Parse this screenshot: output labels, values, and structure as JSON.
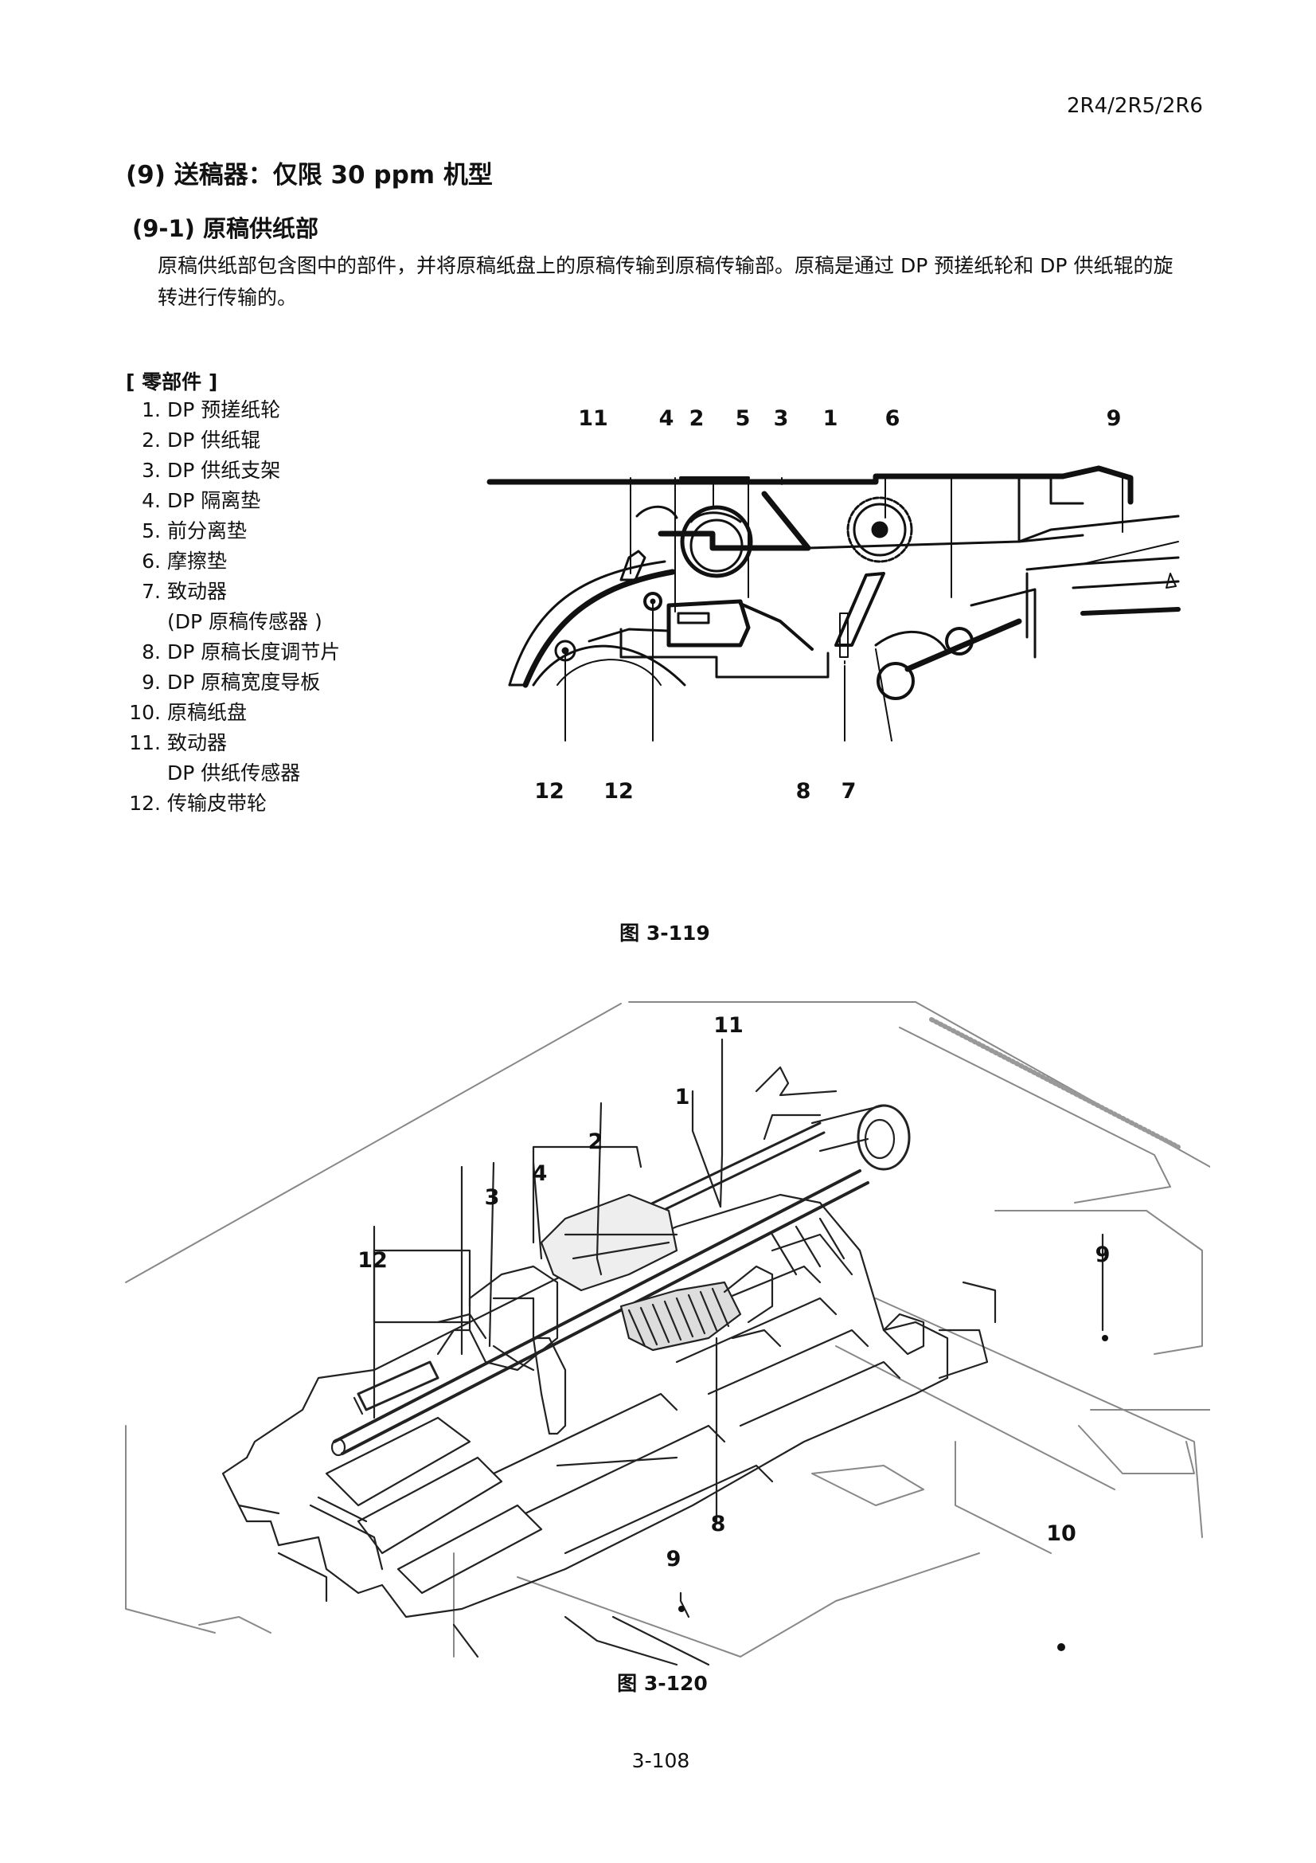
{
  "header": {
    "model": "2R4/2R5/2R6"
  },
  "section": {
    "title": "(9) 送稿器：仅限 30 ppm 机型",
    "subtitle": "(9-1) 原稿供纸部",
    "paragraph": "原稿供纸部包含图中的部件，并将原稿纸盘上的原稿传输到原稿传输部。原稿是通过 DP 预搓纸轮和 DP 供纸辊的旋转进行传输的。"
  },
  "parts": {
    "heading": "[ 零部件 ]",
    "items": [
      {
        "num": "1.",
        "label": "DP 预搓纸轮"
      },
      {
        "num": "2.",
        "label": "DP 供纸辊"
      },
      {
        "num": "3.",
        "label": "DP 供纸支架"
      },
      {
        "num": "4.",
        "label": "DP 隔离垫"
      },
      {
        "num": "5.",
        "label": "前分离垫"
      },
      {
        "num": "6.",
        "label": "摩擦垫"
      },
      {
        "num": "7.",
        "label": "致动器"
      },
      {
        "num": "",
        "label": "(DP 原稿传感器 )"
      },
      {
        "num": "8.",
        "label": "DP 原稿长度调节片"
      },
      {
        "num": "9.",
        "label": "DP 原稿宽度导板"
      },
      {
        "num": "10.",
        "label": "原稿纸盘"
      },
      {
        "num": "11.",
        "label": "致动器"
      },
      {
        "num": "",
        "label": "DP 供纸传感器"
      },
      {
        "num": "12.",
        "label": "传输皮带轮"
      }
    ]
  },
  "figure1": {
    "caption": "图 3-119",
    "callouts_top": [
      "11",
      "4",
      "2",
      "5",
      "3",
      "1",
      "6",
      "9"
    ],
    "callouts_bottom": [
      "12",
      "12",
      "8",
      "7"
    ]
  },
  "figure2": {
    "caption": "图 3-120",
    "callouts": [
      "11",
      "1",
      "2",
      "4",
      "3",
      "12",
      "9",
      "8",
      "9",
      "10"
    ]
  },
  "footer": {
    "page": "3-108"
  }
}
